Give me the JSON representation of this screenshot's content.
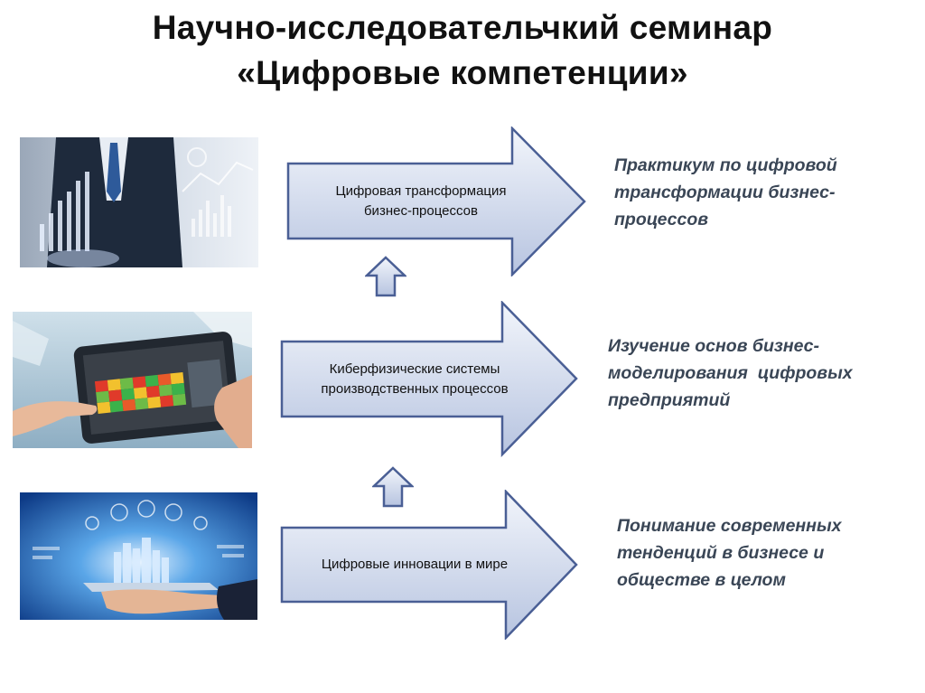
{
  "title": {
    "line1": "Научно-исследовательчкий семинар",
    "line2": "«Цифровые компетенции»"
  },
  "rows": [
    {
      "arrow_line1": "Цифровая трансформация",
      "arrow_line2": "бизнес-процессов",
      "description": "Практикум по цифровой трансформации бизнес-процессов",
      "desc_lines": [
        "Практикум по цифровой",
        "трансформации бизнес-",
        "процессов"
      ]
    },
    {
      "arrow_line1": "Киберфизические системы",
      "arrow_line2": "производственных процессов",
      "description": "Изучение основ бизнес-моделирования цифровых предприятий",
      "desc_lines": [
        "Изучение основ бизнес-",
        "моделирования  цифровых",
        "предприятий"
      ]
    },
    {
      "arrow_line1": "Цифровые инновации в мире",
      "arrow_line2": "",
      "description": "Понимание современных тенденций в бизнесе и обществе в целом",
      "desc_lines": [
        "Понимание современных",
        "тенденций в бизнесе и",
        "обществе в целом"
      ]
    }
  ],
  "colors": {
    "arrow_fill_top": "#eef2fa",
    "arrow_fill_bottom": "#b9c6e2",
    "arrow_stroke": "#4a5f95",
    "description_text": "#3a4656",
    "title_text": "#111111"
  },
  "images": [
    {
      "icon": "businessman-digital-charts-image"
    },
    {
      "icon": "tablet-industrial-heatmap-image"
    },
    {
      "icon": "hand-holding-tablet-city-image"
    }
  ]
}
